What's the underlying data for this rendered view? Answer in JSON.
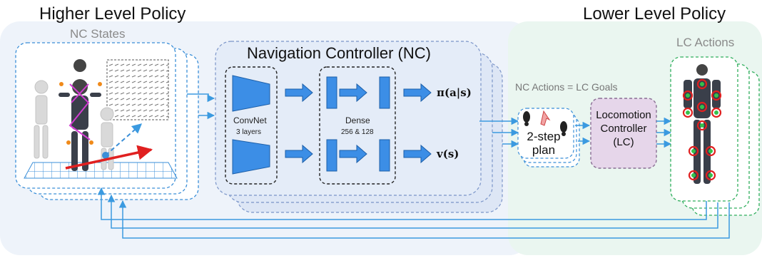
{
  "higher_level_title": "Higher Level Policy",
  "lower_level_title": "Lower Level Policy",
  "nc_states_label": "NC States",
  "lc_actions_label": "LC Actions",
  "nc_title": "Navigation Controller (NC)",
  "convnet": {
    "label": "ConvNet",
    "sub": "3 layers"
  },
  "dense": {
    "label": "Dense",
    "sub": "256 & 128"
  },
  "outputs": {
    "policy": "π(a|s)",
    "value": "v(s)"
  },
  "nc_actions_label": "NC Actions = LC Goals",
  "plan": {
    "line1": "2-step",
    "line2": "plan"
  },
  "lc_box": {
    "line1": "Locomotion",
    "line2": "Controller",
    "line3": "(LC)"
  },
  "colors": {
    "accent_blue": "#3b9ae0",
    "layer_blue": "#3c8ee6",
    "lc_purple": "#e6d6ea",
    "dashed_blue": "#3b8fd8",
    "dashed_green": "#2fae5c",
    "red_arrow": "#e02020"
  }
}
